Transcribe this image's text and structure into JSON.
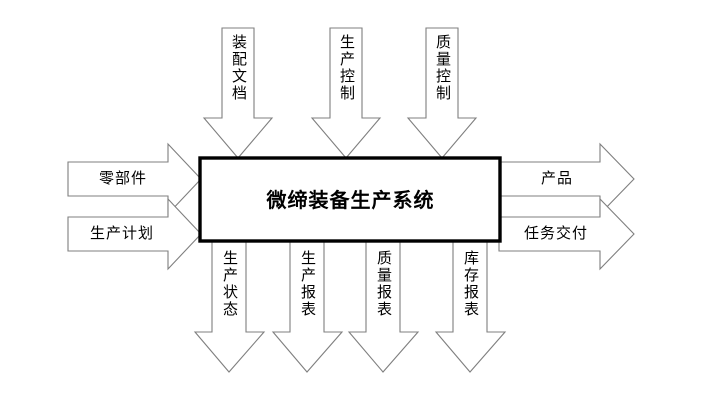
{
  "diagram": {
    "type": "IDEF0 / SIPOC block diagram",
    "system": {
      "label": "微缔装备生产系统"
    },
    "inputs_left": [
      {
        "label": "零部件"
      },
      {
        "label": "生产计划"
      }
    ],
    "controls_top": [
      {
        "label": "装配文档"
      },
      {
        "label": "生产控制"
      },
      {
        "label": "质量控制"
      }
    ],
    "outputs_right": [
      {
        "label": "产品"
      },
      {
        "label": "任务交付"
      }
    ],
    "outputs_bottom": [
      {
        "label": "生产状态"
      },
      {
        "label": "生产报表"
      },
      {
        "label": "质量报表"
      },
      {
        "label": "库存报表"
      }
    ],
    "colors": {
      "background": "#ffffff",
      "arrow_outline": "#7f7f7f",
      "box_outline": "#000000",
      "text": "#000000"
    }
  }
}
